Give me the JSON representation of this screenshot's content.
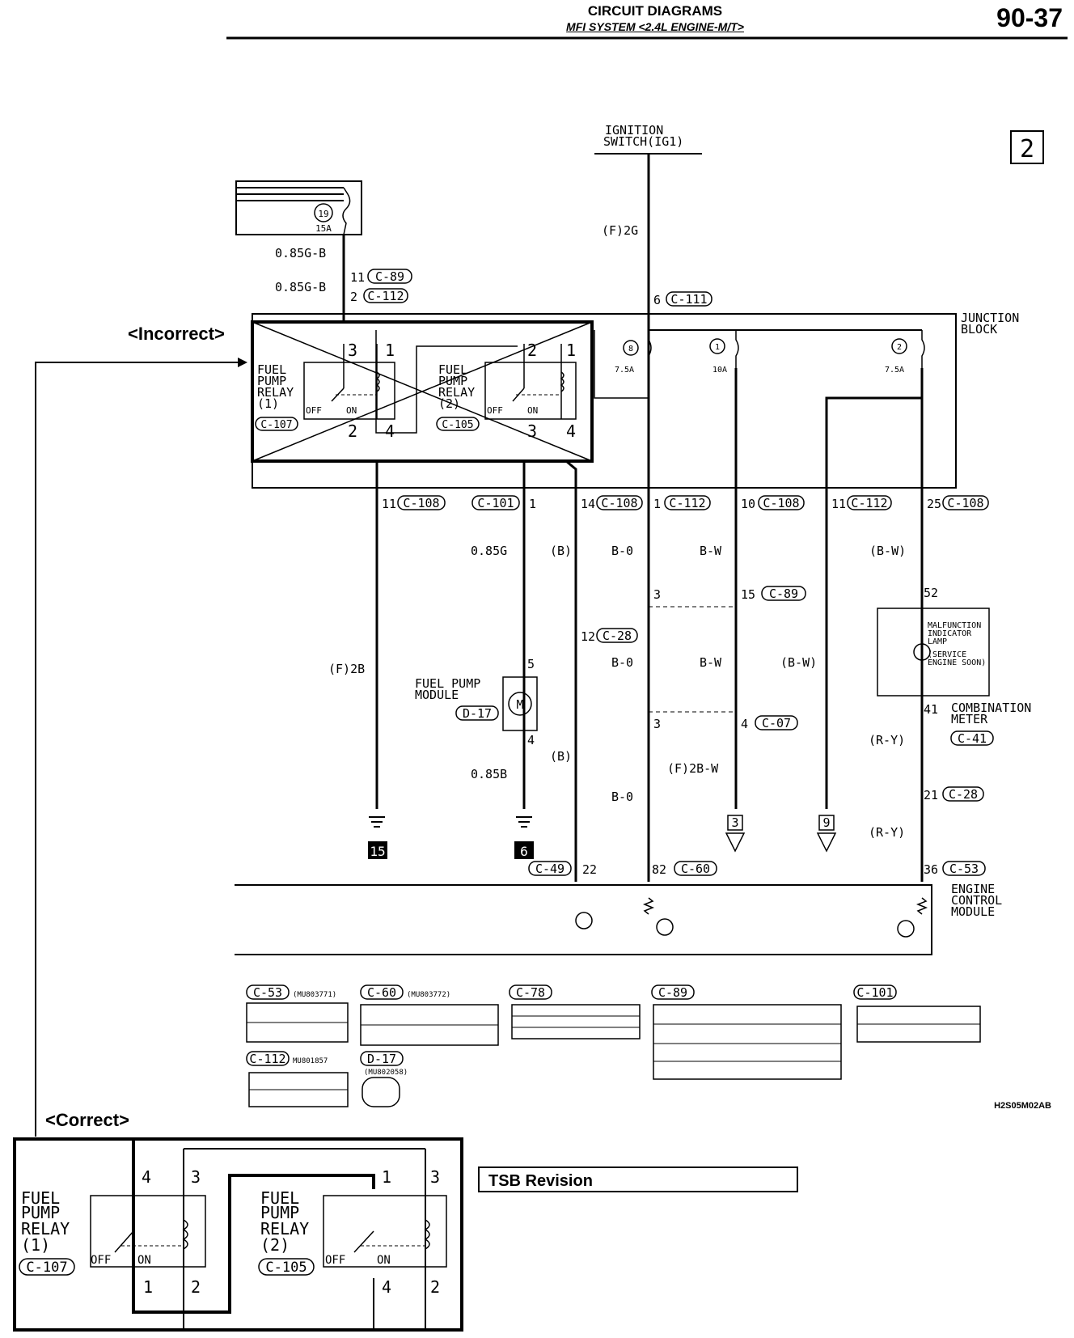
{
  "header": {
    "title": "CIRCUIT DIAGRAMS",
    "subtitle": "MFI SYSTEM <2.4L ENGINE-M/T>",
    "page": "90-37"
  },
  "sheet_number": "2",
  "labels": {
    "incorrect": "<Incorrect>",
    "correct": "<Correct>",
    "tsb": "TSB Revision",
    "ref_code": "H2S05M02AB"
  },
  "diagram": {
    "ignition": [
      "IGNITION",
      "SWITCH(IG1)"
    ],
    "fuse19": "19",
    "fuse19_amp": "15A",
    "wire_085gb_1": "0.85G-B",
    "wire_085gb_2": "0.85G-B",
    "c89_11": "11",
    "c89": "C-89",
    "c112_2": "2",
    "c112": "C-112",
    "f2g": "(F)2G",
    "c111_6": "6",
    "c111": "C-111",
    "junction": [
      "JUNCTION",
      "BLOCK"
    ],
    "fuse8": "8",
    "fuse8_amp": "7.5A",
    "fuse1": "1",
    "fuse1_amp": "10A",
    "fuse2": "2",
    "fuse2_amp": "7.5A",
    "relay1": [
      "FUEL",
      "PUMP",
      "RELAY",
      "(1)"
    ],
    "relay1_conn": "C-107",
    "relay2": [
      "FUEL",
      "PUMP",
      "RELAY",
      "(2)"
    ],
    "relay2_conn": "C-105",
    "off": "OFF",
    "on": "ON",
    "pins_incorrect": [
      "3",
      "1",
      "2",
      "4",
      "2",
      "1",
      "3",
      "4"
    ],
    "row_c108_11": "11",
    "c108": "C-108",
    "c101": "C-101",
    "c101_1": "1",
    "row_c108_14": "14",
    "row_c112_1": "1",
    "row_c108_10": "10",
    "row_c112_11": "11",
    "row_c108_25": "25",
    "w_085g": "0.85G",
    "w_b": "(B)",
    "w_b0": "B-0",
    "w_bw": "B-W",
    "w_pbw": "(B-W)",
    "c28_12": "12",
    "c28": "C-28",
    "j3": "3",
    "c89_15": "15",
    "n52": "52",
    "mil": [
      "MALFUNCTION",
      "INDICATOR",
      "LAMP",
      "(SERVICE",
      "ENGINE SOON)"
    ],
    "f2b": "(F)2B",
    "fpm": [
      "FUEL PUMP",
      "MODULE"
    ],
    "fpm_conn": "D-17",
    "m": "M",
    "p5": "5",
    "p4": "4",
    "n41": "41",
    "combo": [
      "COMBINATION",
      "METER"
    ],
    "c41": "C-41",
    "c07_4": "4",
    "c07": "C-07",
    "ry": "(R-Y)",
    "f2bw": "(F)2B-W",
    "w_085b": "0.85B",
    "c28_21": "21",
    "g15": "15",
    "g6": "6",
    "g3": "3",
    "g9": "9",
    "c49": "C-49",
    "n22": "22",
    "n82": "82",
    "c60": "C-60",
    "n36": "36",
    "c53": "C-53",
    "ecm": [
      "ENGINE",
      "CONTROL",
      "MODULE"
    ]
  },
  "connectors": [
    {
      "name": "C-53",
      "part": "(MU803771)"
    },
    {
      "name": "C-60",
      "part": "(MU803772)"
    },
    {
      "name": "C-78",
      "part": ""
    },
    {
      "name": "C-89",
      "part": ""
    },
    {
      "name": "C-101",
      "part": ""
    },
    {
      "name": "C-112",
      "part": "MU801857"
    },
    {
      "name": "D-17",
      "part": "(MU802058)"
    }
  ],
  "correct_box": {
    "relay1": [
      "FUEL",
      "PUMP",
      "RELAY",
      "(1)"
    ],
    "relay1_conn": "C-107",
    "relay2": [
      "FUEL",
      "PUMP",
      "RELAY",
      "(2)"
    ],
    "relay2_conn": "C-105",
    "off": "OFF",
    "on": "ON",
    "pins": [
      "4",
      "3",
      "1",
      "3",
      "1",
      "2",
      "4",
      "2"
    ]
  }
}
